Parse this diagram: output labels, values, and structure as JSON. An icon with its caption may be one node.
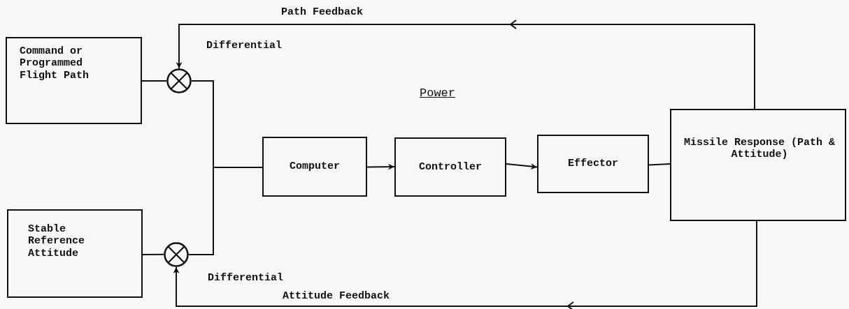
{
  "diagram": {
    "nodes": [
      {
        "text": [
          "Command or Programmed Flight Path"
        ]
      },
      {
        "text": [],
        "shape": "circle",
        "beside": [
          "Differential"
        ]
      },
      {
        "text": [
          "Stable Reference Attitude"
        ]
      },
      {
        "text": [],
        "shape": "circle",
        "beside": [
          "Differential"
        ]
      },
      {
        "text": [
          "Computer"
        ]
      },
      {
        "text": [
          "Controller"
        ]
      },
      {
        "text": [
          "Effector"
        ]
      },
      {
        "text": [
          "Missile Response (Path & Attitude)"
        ]
      }
    ],
    "edges": [
      {
        "from": 0,
        "to": 1,
        "arrow": "none"
      },
      {
        "from": 2,
        "to": 3,
        "arrow": "none"
      },
      {
        "from": 1,
        "to": 4,
        "arrow": "none"
      },
      {
        "from": 3,
        "to": 4,
        "arrow": "none"
      },
      {
        "from": 4,
        "to": 5,
        "arrow": "to"
      },
      {
        "from": 5,
        "to": 6,
        "arrow": "to"
      },
      {
        "from": 6,
        "to": 7,
        "arrow": "none"
      },
      {
        "from": 7,
        "to": 1,
        "arrow": "to",
        "label": "Path Feedback"
      },
      {
        "from": 7,
        "to": 3,
        "arrow": "to",
        "label": "Attitude Feedback"
      }
    ],
    "labels": [
      "Power"
    ]
  }
}
